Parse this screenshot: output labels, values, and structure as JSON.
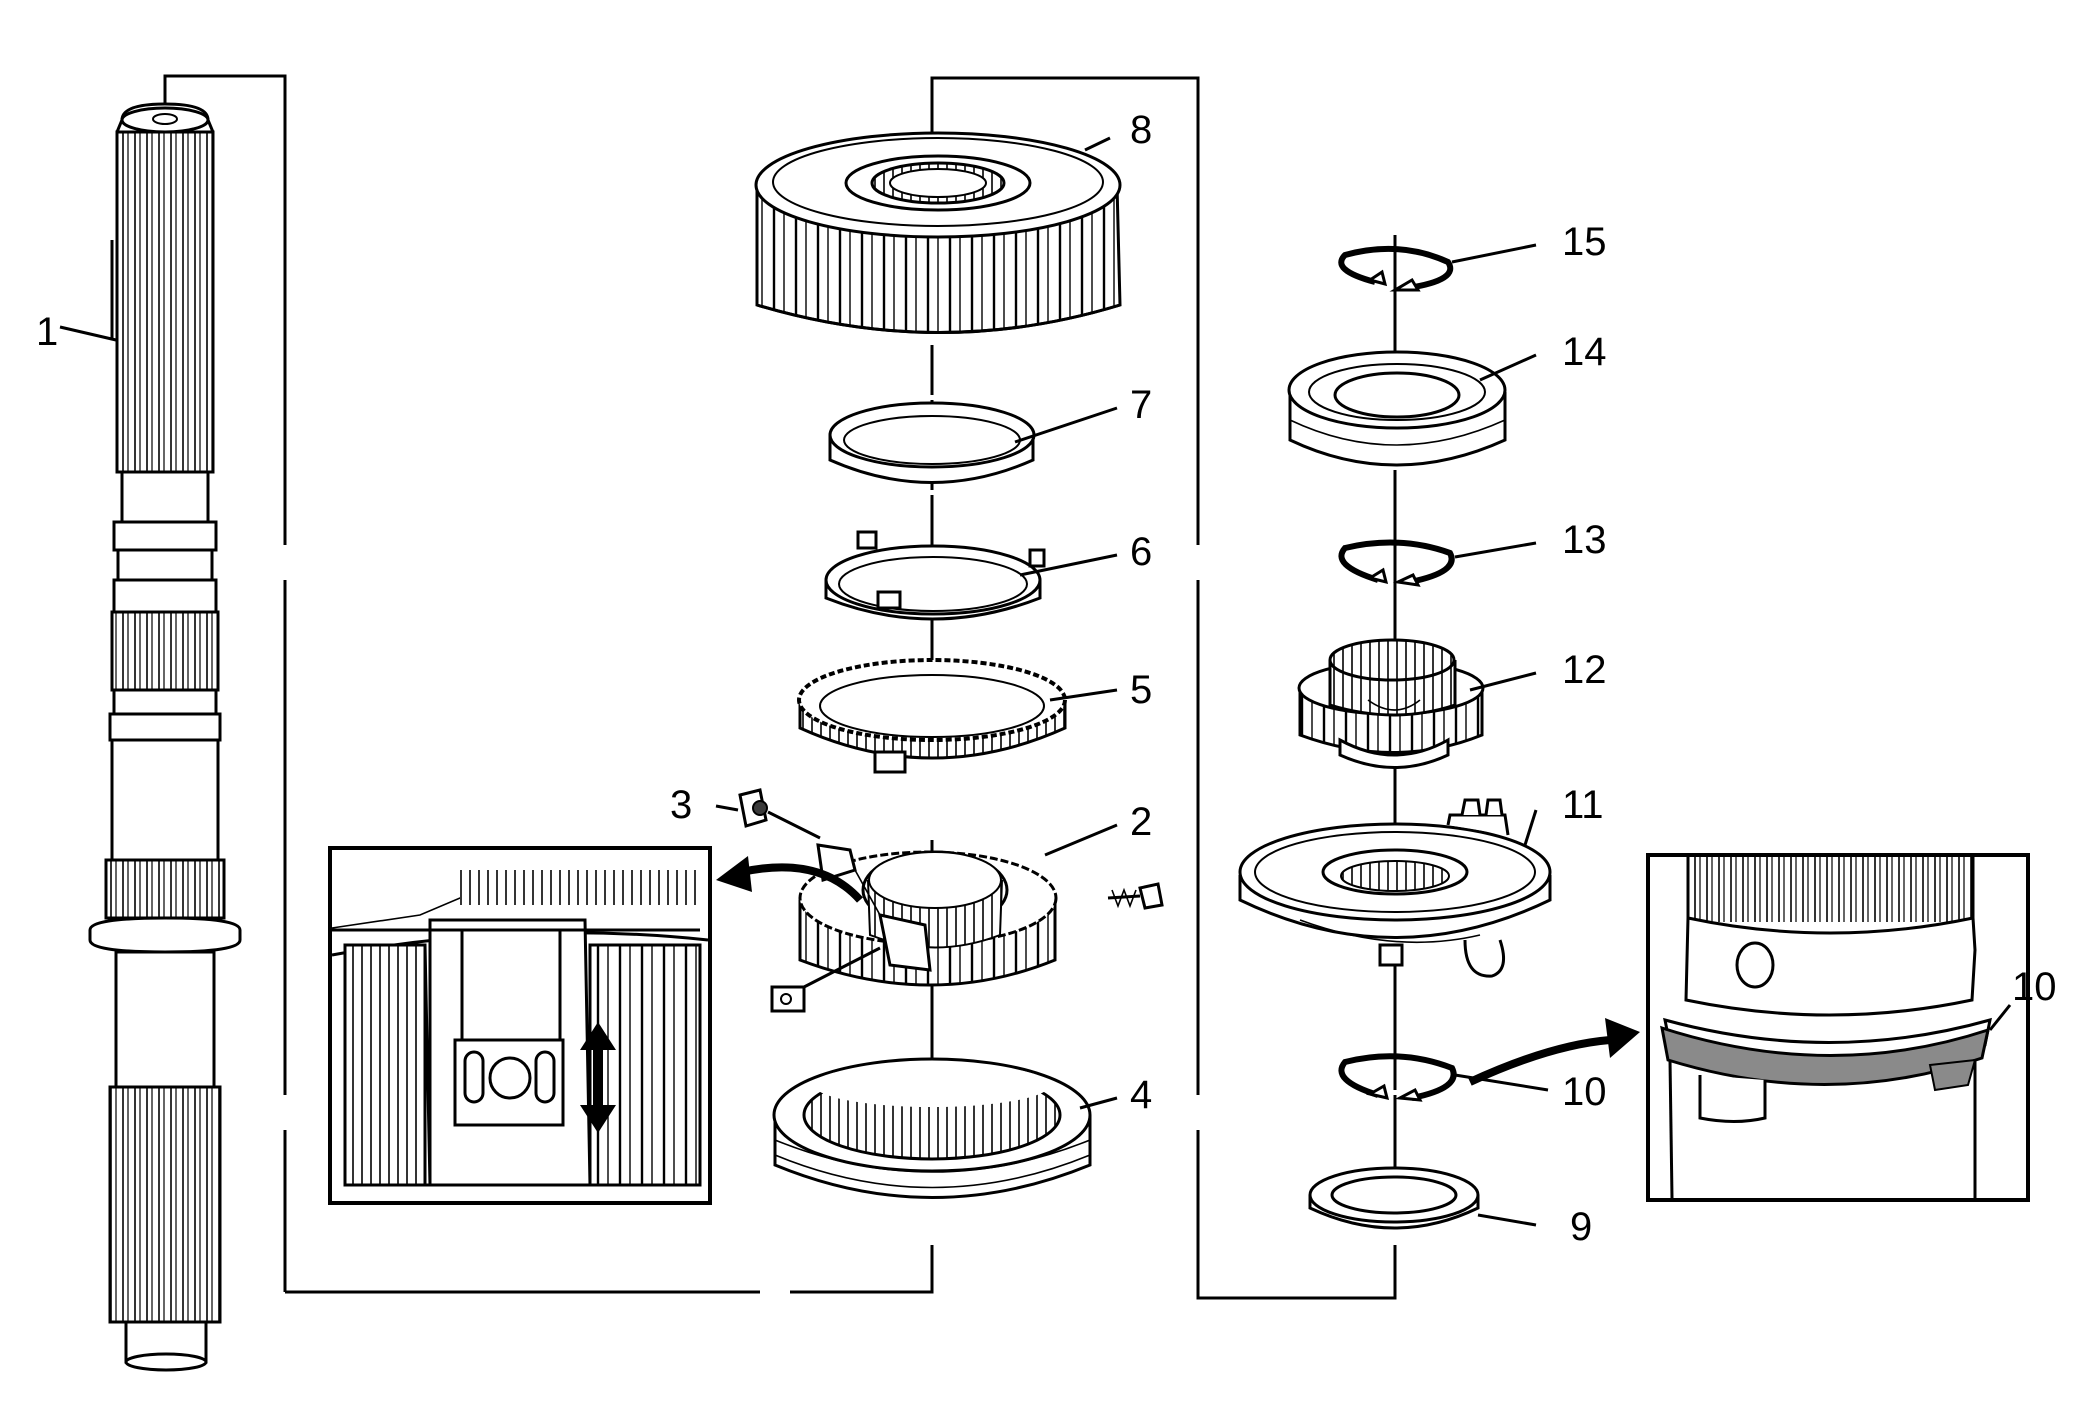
{
  "diagram": {
    "callouts": [
      "1",
      "2",
      "3",
      "4",
      "5",
      "6",
      "7",
      "8",
      "9",
      "10",
      "11",
      "12",
      "13",
      "14",
      "15"
    ],
    "detail_callout": "10"
  }
}
